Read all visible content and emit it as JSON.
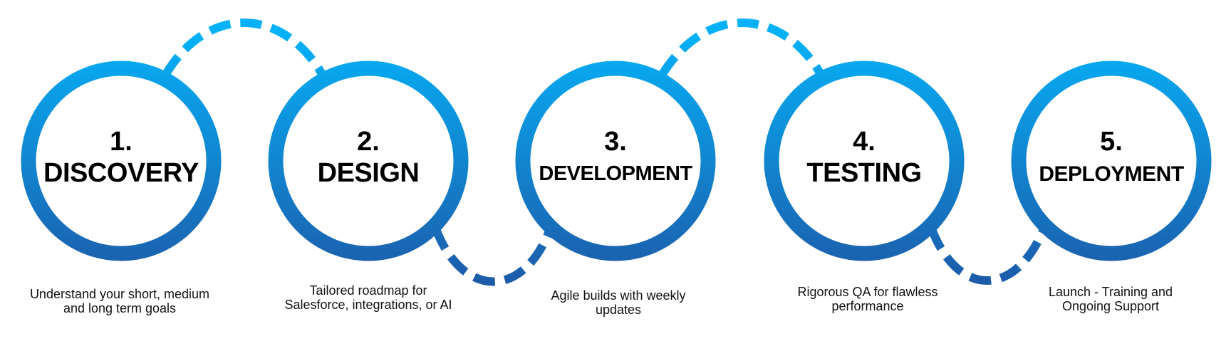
{
  "colors": {
    "gradient_top": "#05B1F8",
    "gradient_bottom": "#1D5AA8"
  },
  "steps": [
    {
      "number": "1.",
      "title": "DISCOVERY",
      "desc_lines": [
        "Understand your short, medium",
        "and long term goals"
      ]
    },
    {
      "number": "2.",
      "title": "DESIGN",
      "desc_lines": [
        "Tailored roadmap for",
        "Salesforce, integrations, or AI"
      ]
    },
    {
      "number": "3.",
      "title": "DEVELOPMENT",
      "desc_lines": [
        "Agile builds with weekly",
        "updates"
      ]
    },
    {
      "number": "4.",
      "title": "TESTING",
      "desc_lines": [
        "Rigorous QA for flawless",
        "performance"
      ]
    },
    {
      "number": "5.",
      "title": "DEPLOYMENT",
      "desc_lines": [
        "Launch - Training and",
        "Ongoing Support"
      ]
    }
  ]
}
